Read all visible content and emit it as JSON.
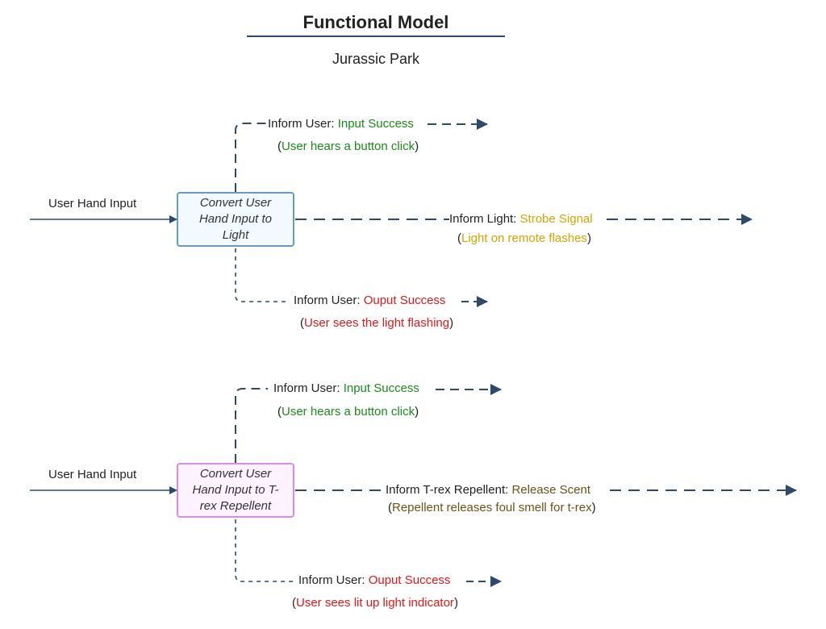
{
  "title": "Functional Model",
  "subtitle": "Jurassic Park",
  "colors": {
    "line": "#2d4a6b",
    "success_green": "#1a8a1a",
    "signal_yellow": "#d4a400",
    "output_red": "#e01818",
    "scent_brown": "#6b5216",
    "box1_fill": "#f2f9ff",
    "box1_border": "#6a97c4",
    "box2_fill": "#fdf2ff",
    "box2_border": "#d88ce6"
  },
  "models": [
    {
      "input_label": "User Hand Input",
      "function_label": "Convert User Hand Input to Light",
      "input_feedback": {
        "prefix": "Inform User: ",
        "value": "Input Success",
        "note_open": "(",
        "note": "User hears a button click",
        "note_close": ")"
      },
      "main_output": {
        "prefix": "Inform Light: ",
        "value": "Strobe Signal",
        "note_open": "(",
        "note": "Light on remote flashes",
        "note_close": ")"
      },
      "output_feedback": {
        "prefix": "Inform User: ",
        "value": "Ouput Success",
        "note_open": "(",
        "note": "User sees the light flashing",
        "note_close": ")"
      }
    },
    {
      "input_label": "User Hand Input",
      "function_label": "Convert User Hand Input to T-rex Repellent",
      "input_feedback": {
        "prefix": "Inform User: ",
        "value": "Input Success",
        "note_open": "(",
        "note": "User hears a button click",
        "note_close": ")"
      },
      "main_output": {
        "prefix": "Inform T-rex Repellent: ",
        "value": "Release Scent",
        "note_open": "(",
        "note": "Repellent releases foul smell for t-rex",
        "note_close": ")"
      },
      "output_feedback": {
        "prefix": "Inform User: ",
        "value": "Ouput Success",
        "note_open": "(",
        "note": "User sees lit up light indicator",
        "note_close": ")"
      }
    }
  ]
}
